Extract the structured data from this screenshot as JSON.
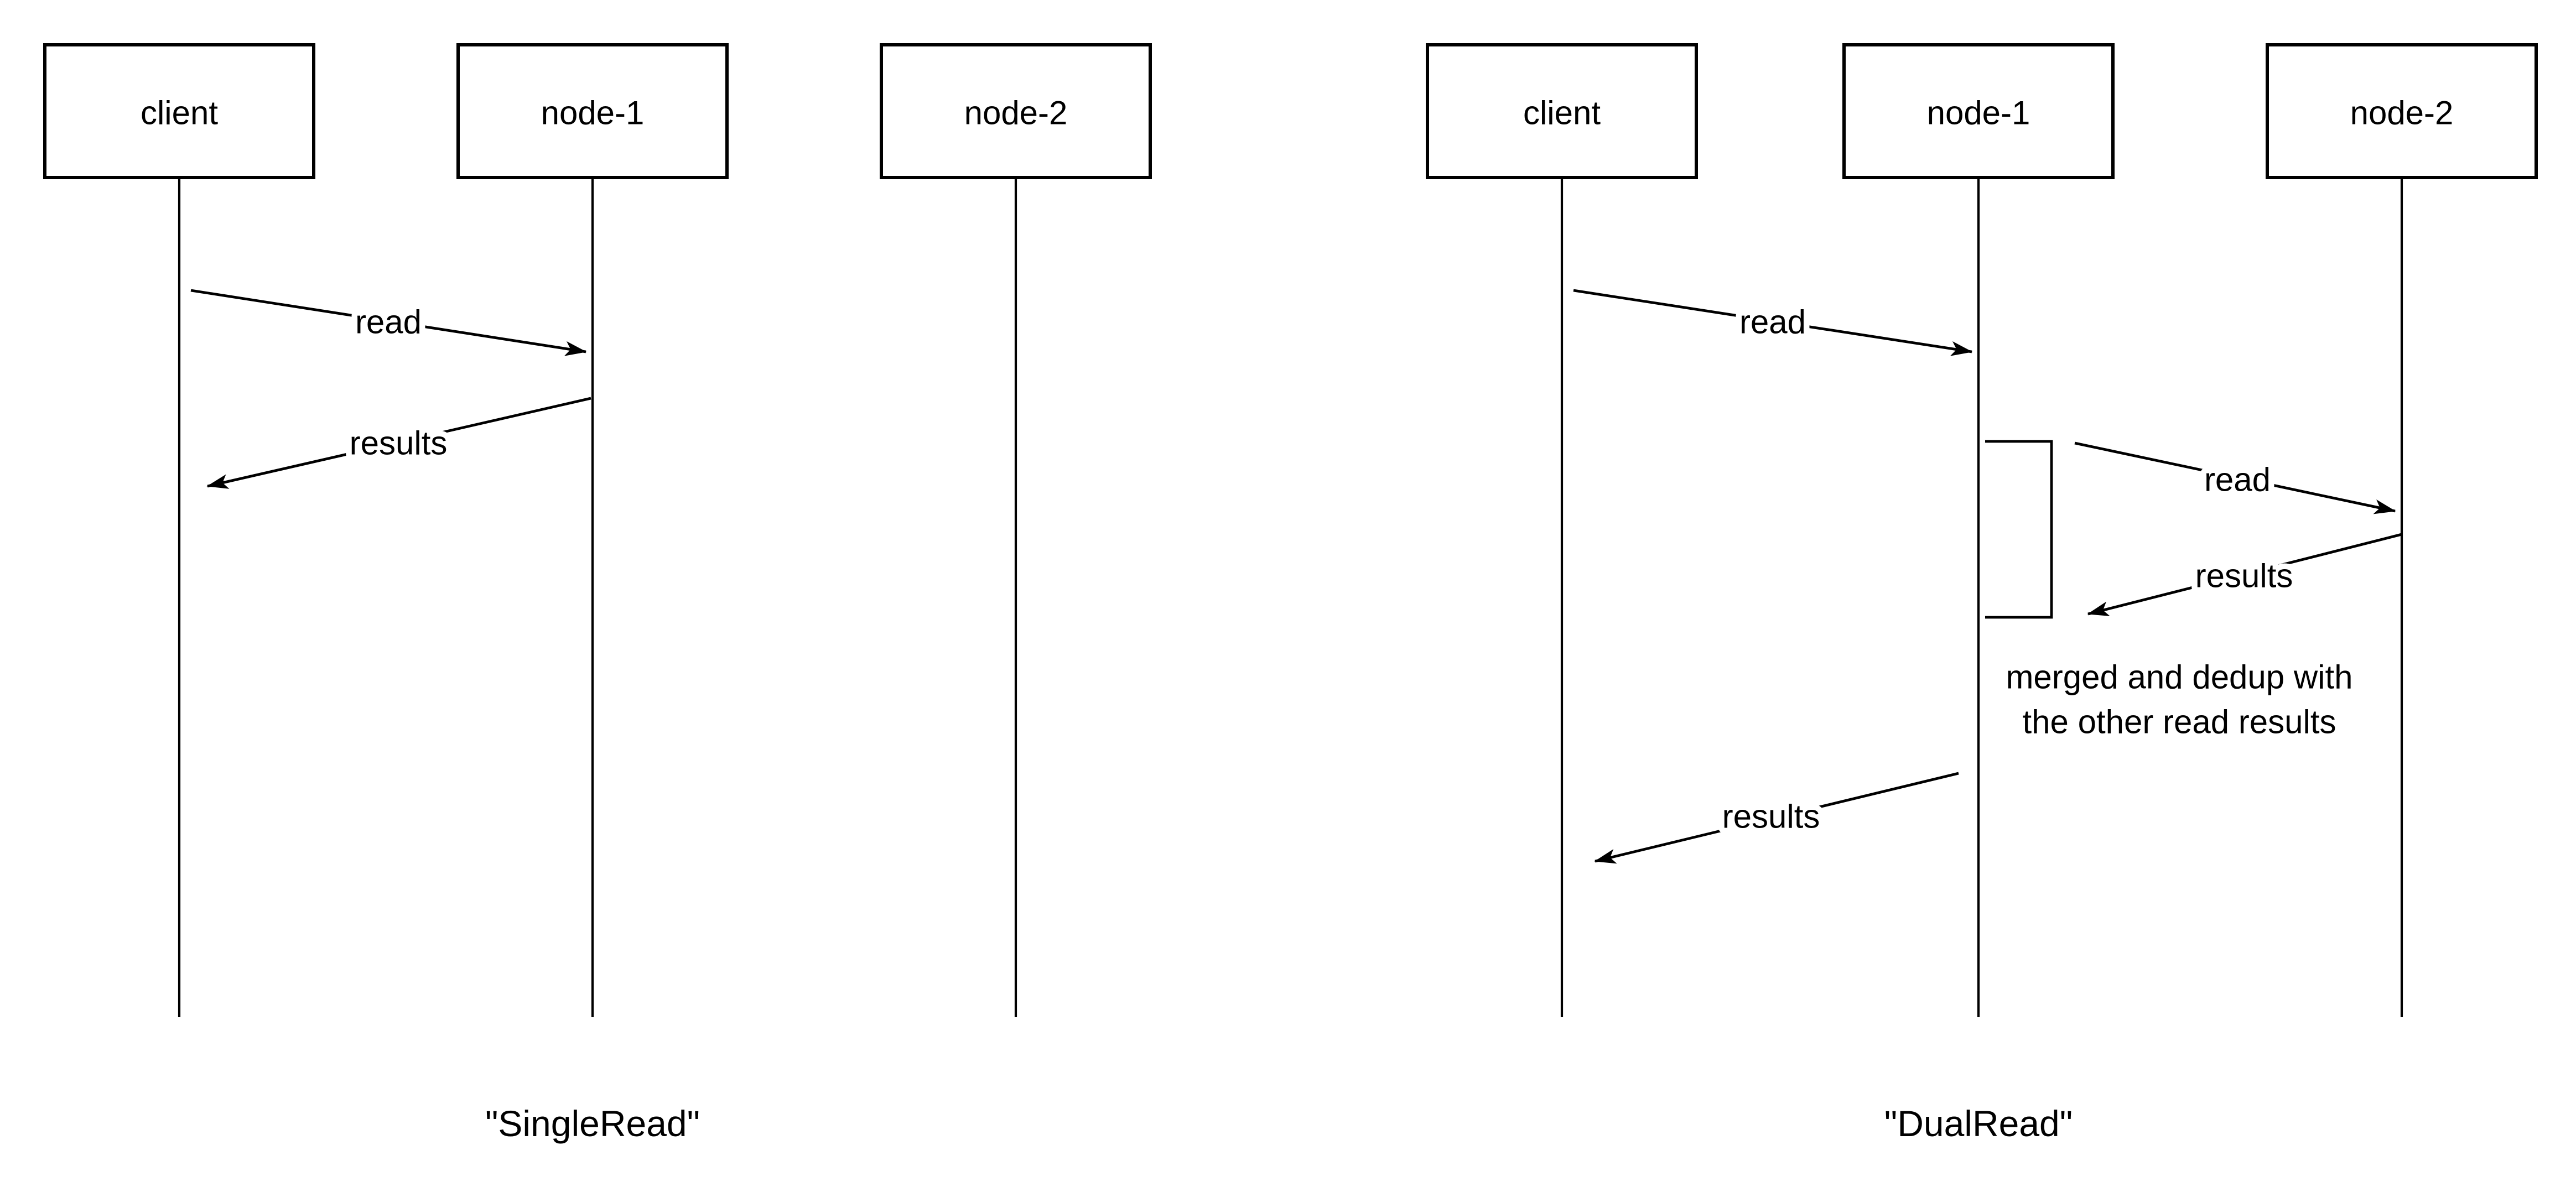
{
  "colors": {
    "ink": "#000000",
    "background": "#ffffff"
  },
  "diagrams": [
    {
      "caption": "\"SingleRead\"",
      "actors": [
        {
          "label": "client"
        },
        {
          "label": "node-1"
        },
        {
          "label": "node-2"
        }
      ],
      "messages": [
        {
          "label": "read",
          "from": "client",
          "to": "node-1"
        },
        {
          "label": "results",
          "from": "node-1",
          "to": "client"
        }
      ]
    },
    {
      "caption": "\"DualRead\"",
      "actors": [
        {
          "label": "client"
        },
        {
          "label": "node-1"
        },
        {
          "label": "node-2"
        }
      ],
      "messages": [
        {
          "label": "read",
          "from": "client",
          "to": "node-1"
        },
        {
          "label": "read",
          "from": "node-1",
          "to": "node-2"
        },
        {
          "label": "results",
          "from": "node-2",
          "to": "node-1"
        },
        {
          "label": "results",
          "from": "node-1",
          "to": "client"
        }
      ],
      "note": {
        "line1": "merged and dedup with",
        "line2": "the other read results"
      }
    }
  ]
}
